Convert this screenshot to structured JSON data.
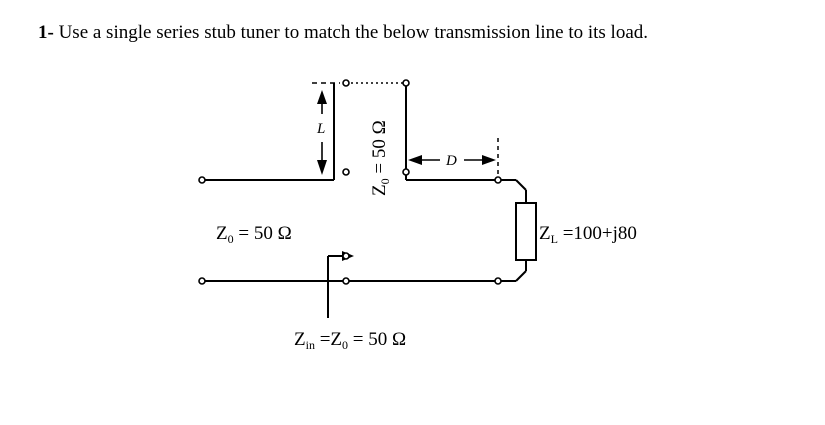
{
  "question": {
    "number": "1-",
    "text": "Use a single series stub tuner to match the below transmission line to its load."
  },
  "diagram": {
    "line_impedance": {
      "symbol": "Z",
      "sub": "0",
      "rest": " = 50  Ω"
    },
    "stub_impedance": {
      "symbol": "Z",
      "sub": "0",
      "rest": " = 50  Ω"
    },
    "stub_length": "L",
    "distance": "D",
    "load": {
      "symbol": "Z",
      "sub": "L",
      "rest": " =100+j80"
    },
    "input": {
      "symbol": "Z",
      "sub": "in",
      "mid": " =Z",
      "sub2": "0",
      "rest": " = 50  Ω"
    }
  }
}
